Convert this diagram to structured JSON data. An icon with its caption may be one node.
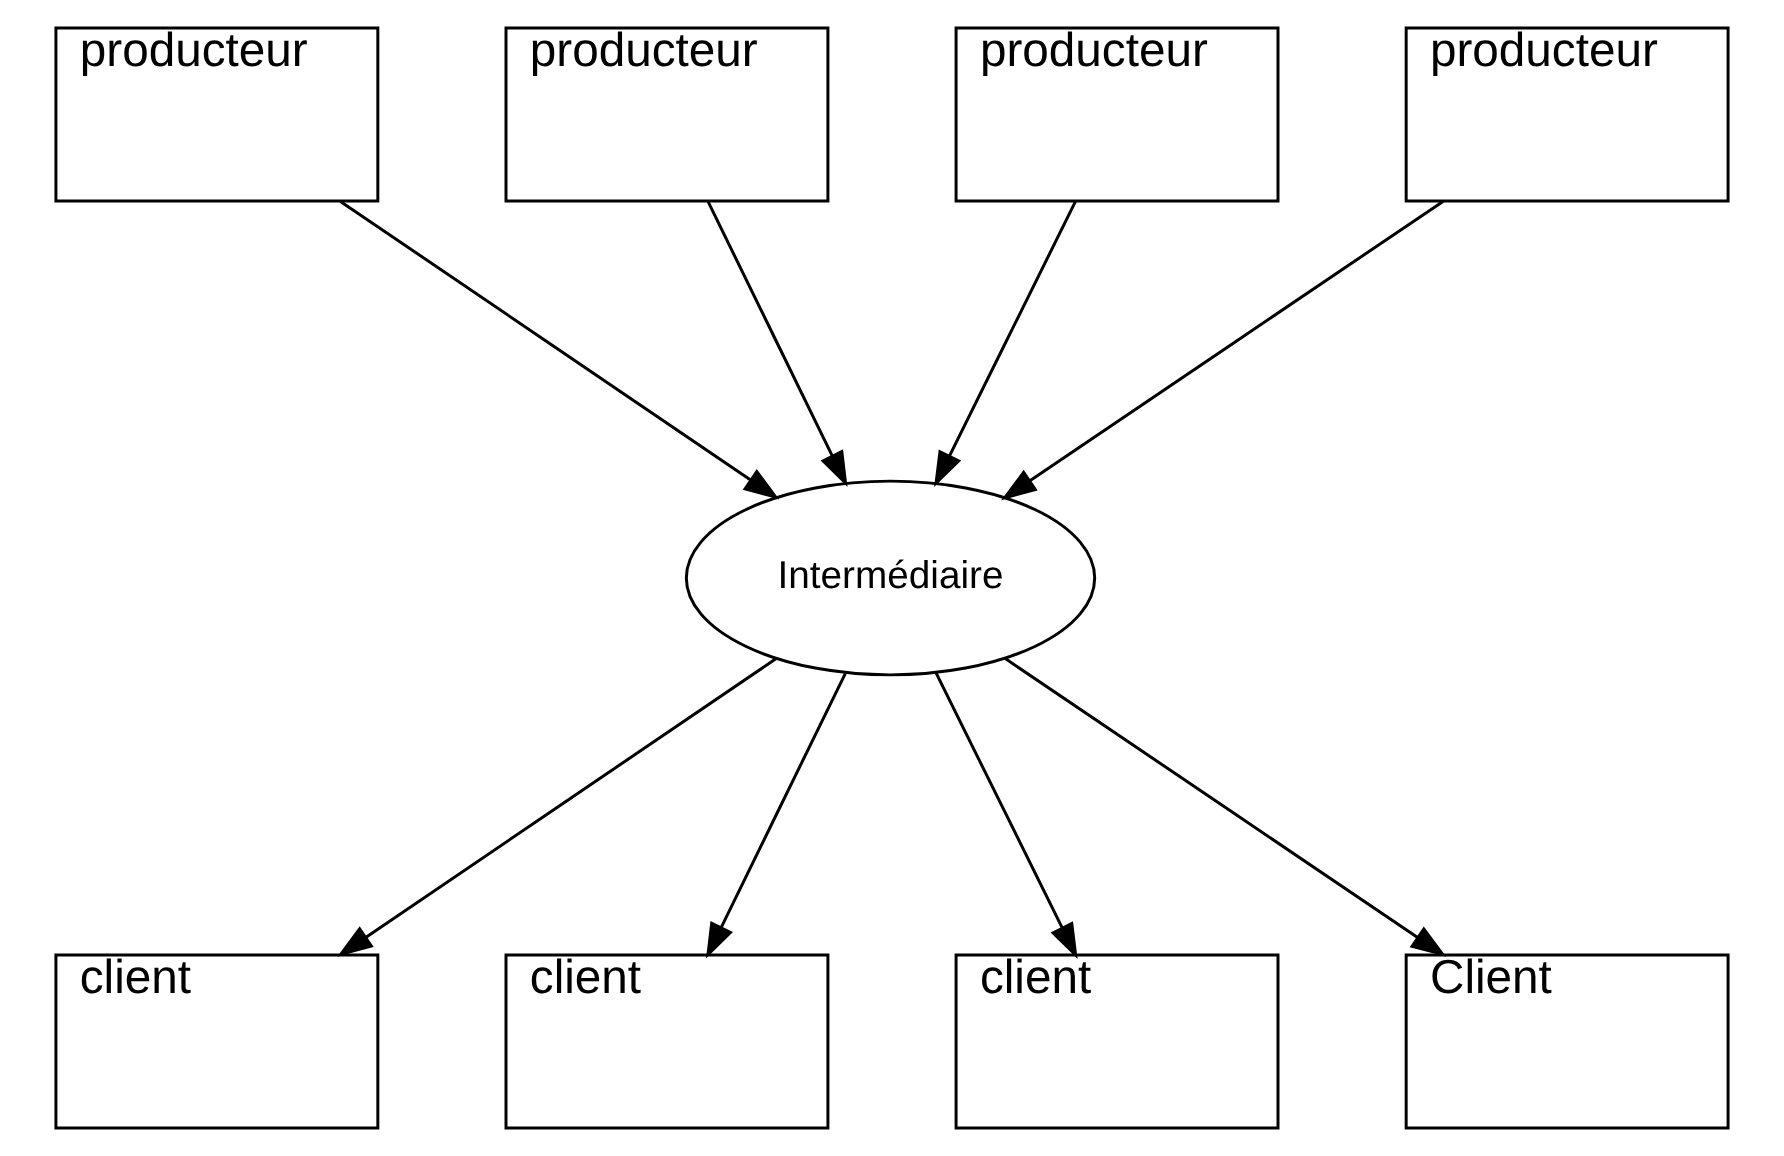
{
  "diagram": {
    "nodes": [
      {
        "text": [
          "producteur"
        ]
      },
      {
        "text": [
          "producteur"
        ]
      },
      {
        "text": [
          "producteur"
        ]
      },
      {
        "text": [
          "producteur"
        ]
      },
      {
        "text": [
          "Intermédiaire"
        ]
      },
      {
        "text": [
          "client"
        ]
      },
      {
        "text": [
          "client"
        ]
      },
      {
        "text": [
          "client"
        ]
      },
      {
        "text": [
          "Client"
        ]
      }
    ],
    "edges": [
      {
        "from": 0,
        "to": 4,
        "arrow": "to"
      },
      {
        "from": 1,
        "to": 4,
        "arrow": "to"
      },
      {
        "from": 2,
        "to": 4,
        "arrow": "to"
      },
      {
        "from": 3,
        "to": 4,
        "arrow": "to"
      },
      {
        "from": 4,
        "to": 5,
        "arrow": "to"
      },
      {
        "from": 4,
        "to": 6,
        "arrow": "to"
      },
      {
        "from": 4,
        "to": 7,
        "arrow": "to"
      },
      {
        "from": 4,
        "to": 8,
        "arrow": "to"
      }
    ]
  }
}
